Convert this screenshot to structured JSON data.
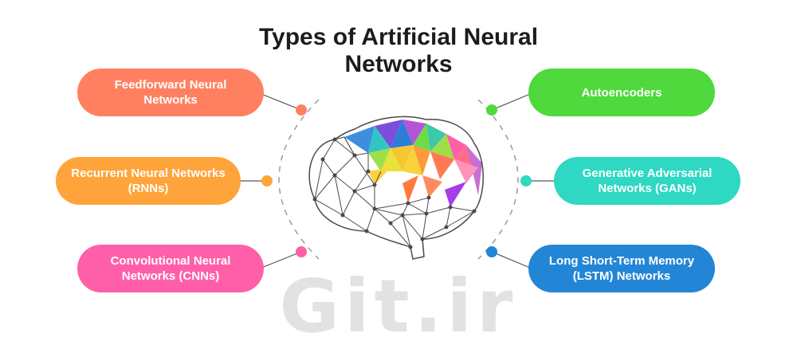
{
  "title": "Types of Artificial Neural Networks",
  "watermark": "Git.ir",
  "left_items": [
    {
      "label": "Feedforward Neural Networks",
      "color": "#FF8060"
    },
    {
      "label": "Recurrent Neural Networks (RNNs)",
      "color": "#FFA43A"
    },
    {
      "label": "Convolutional Neural Networks (CNNs)",
      "color": "#FF5FA8"
    }
  ],
  "right_items": [
    {
      "label": "Autoencoders",
      "color": "#4FD93C"
    },
    {
      "label": "Generative Adversarial Networks (GANs)",
      "color": "#2ED8C2"
    },
    {
      "label": "Long Short-Term Memory (LSTM) Networks",
      "color": "#2385D6"
    }
  ],
  "brain_icon": "brain-network-icon",
  "dashed_arc_color": "#9a9a9a",
  "text_color": "#1c1c1c"
}
